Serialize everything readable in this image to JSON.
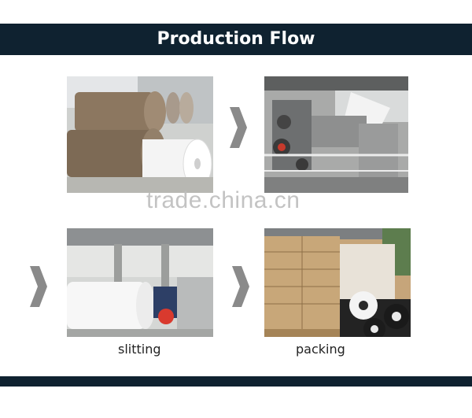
{
  "header": {
    "title": "Production Flow"
  },
  "watermark": "trade.china.cn",
  "steps": [
    {
      "image": "paper-rolls-photo",
      "caption": ""
    },
    {
      "image": "paper-machine-photo",
      "caption": ""
    },
    {
      "image": "slitting-machine-photo",
      "caption": "slitting"
    },
    {
      "image": "packing-photo",
      "caption": "packing"
    }
  ],
  "icons": {
    "arrow": "chevron-right-icon"
  },
  "colors": {
    "bar": "#0f2230",
    "arrow": "#8a8a8a"
  }
}
